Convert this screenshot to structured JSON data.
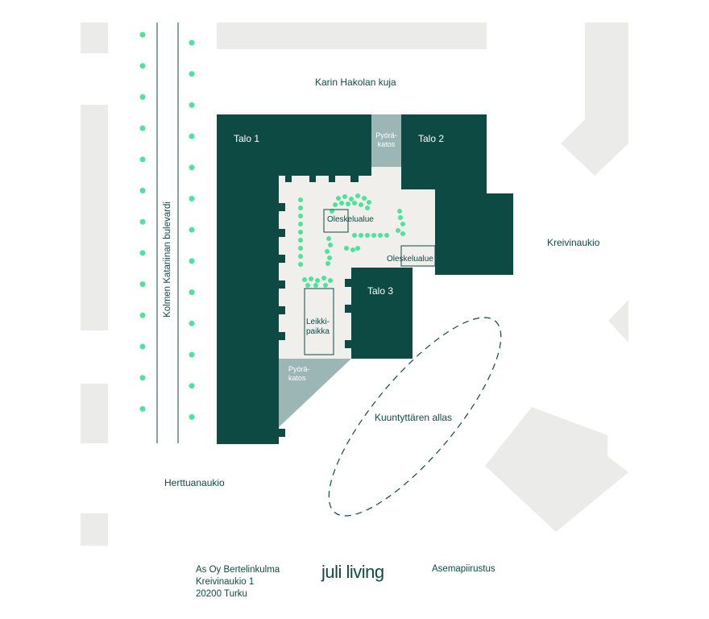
{
  "streets": {
    "north": "Karin Hakolan kuja",
    "west": "Kolmen Katariinan bulevardi",
    "east": "Kreivinaukio",
    "southwest": "Herttuanaukio"
  },
  "buildings": {
    "talo1": "Talo 1",
    "talo2": "Talo 2",
    "talo3": "Talo 3"
  },
  "areas": {
    "bike_shelter_north_line1": "Pyörä-",
    "bike_shelter_north_line2": "katos",
    "bike_shelter_south_line1": "Pyörä-",
    "bike_shelter_south_line2": "katos",
    "lounge_1": "Oleskelualue",
    "lounge_2": "Oleskelualue",
    "playground_line1": "Leikki-",
    "playground_line2": "paikka",
    "pond": "Kuuntyttären allas"
  },
  "footer": {
    "company": "As Oy Bertelinkulma",
    "street_address": "Kreivinaukio 1",
    "postal": "20200 Turku",
    "logo": "juli living",
    "doc_title": "Asemapiirustus"
  },
  "colors": {
    "building": "#0d4a44",
    "bike_shelter": "#9bb6b4",
    "courtyard": "#f0efec",
    "neighbor_block": "#ebebea",
    "tree": "#4fe39a",
    "text": "#0d4a44"
  }
}
